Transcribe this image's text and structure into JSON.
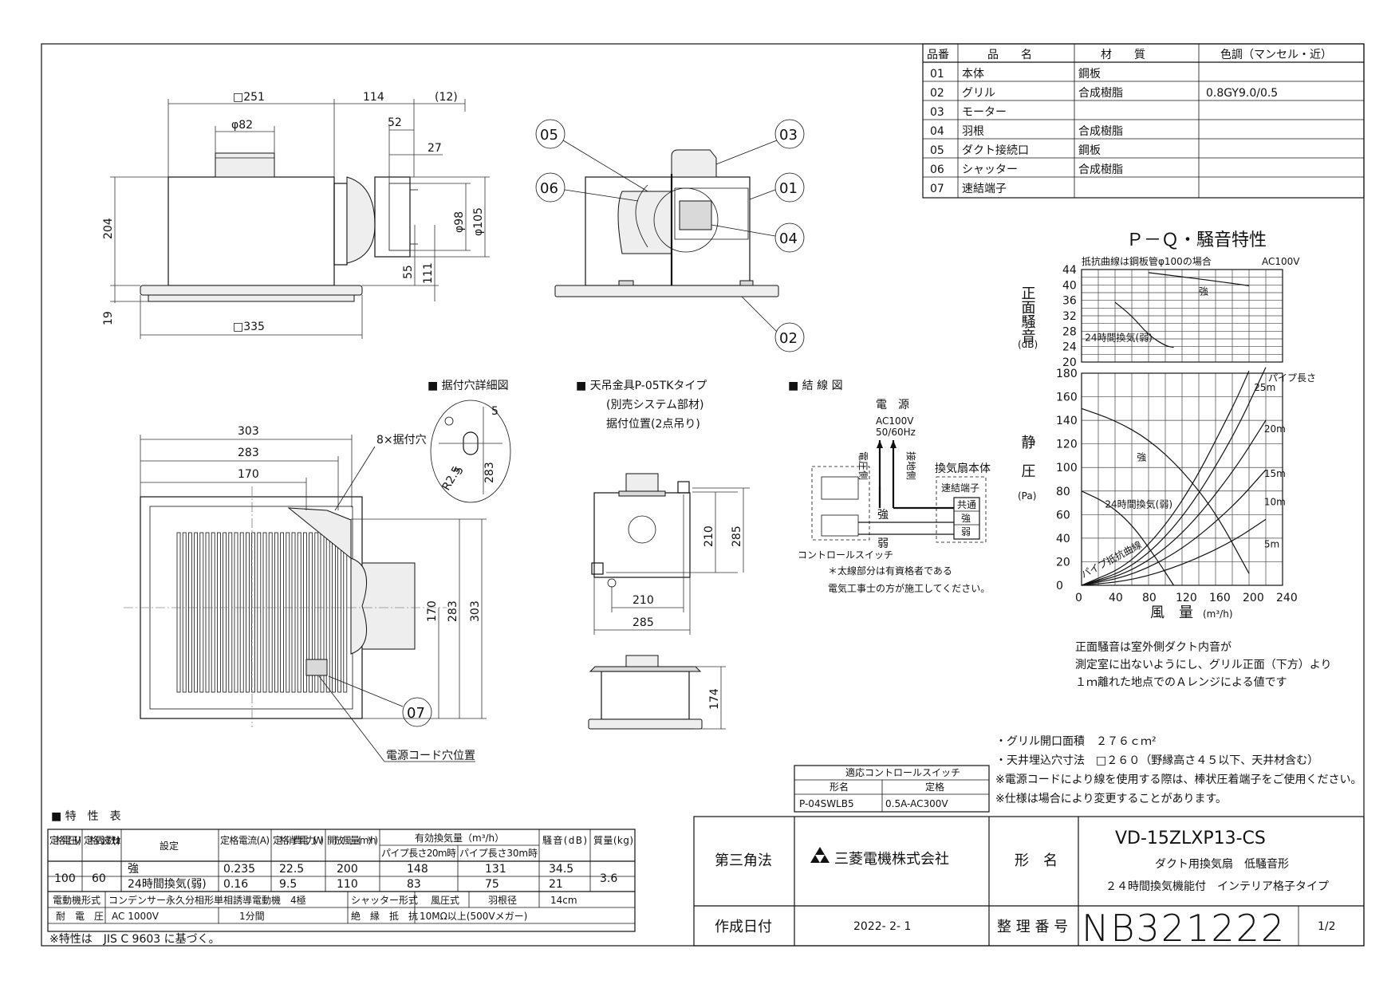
{
  "parts_table": {
    "headers": [
      "品番",
      "品　　名",
      "材　　質",
      "色調（マンセル・近）"
    ],
    "rows": [
      [
        "01",
        "本体",
        "鋼板",
        ""
      ],
      [
        "02",
        "グリル",
        "合成樹脂",
        "0.8GY9.0/0.5"
      ],
      [
        "03",
        "モーター",
        "",
        ""
      ],
      [
        "04",
        "羽根",
        "合成樹脂",
        ""
      ],
      [
        "05",
        "ダクト接続口",
        "鋼板",
        ""
      ],
      [
        "06",
        "シャッター",
        "合成樹脂",
        ""
      ],
      [
        "07",
        "速結端子",
        "",
        ""
      ]
    ]
  },
  "side_view": {
    "dims": {
      "width_top": "□251",
      "d114": "114",
      "d12": "(12)",
      "d52": "52",
      "d27": "27",
      "phi82": "φ82",
      "phi98": "φ98",
      "phi105": "φ105",
      "h204": "204",
      "h19": "19",
      "d55": "55",
      "d111": "111",
      "w335": "□335"
    }
  },
  "callouts": [
    "05",
    "06",
    "03",
    "01",
    "04",
    "02",
    "07"
  ],
  "section_titles": {
    "mount_hole": "■ 据付穴詳細図",
    "hanger": "■ 天吊金具P-05TKタイプ",
    "hanger_sub1": "(別売システム部材)",
    "hanger_sub2": "据付位置(2点吊り)",
    "wiring": "■ 結 線 図"
  },
  "plan_view": {
    "dims": {
      "d303": "303",
      "d283": "283",
      "d170": "170",
      "holes": "8×据付穴",
      "v170": "170",
      "v283": "283",
      "v303": "303"
    },
    "cord_label": "電源コード穴位置"
  },
  "hole_detail": {
    "d5a": "5",
    "d5b": "5",
    "d283": "283",
    "r25": "R2.5"
  },
  "hanger_view": {
    "d210v": "210",
    "d285v": "285",
    "d210h": "210",
    "d285h": "285",
    "d174": "174"
  },
  "wiring": {
    "power": "電　源",
    "spec1": "AC100V",
    "spec2": "50/60Hz",
    "power_side": "電圧側",
    "ground_side": "接地側",
    "unit": "換気扇本体",
    "terminal": "速結端子",
    "t_common": "共通",
    "t_strong": "強",
    "t_weak": "弱",
    "strong": "強",
    "weak": "弱",
    "switch": "コントロールスイッチ",
    "note1": "＊太線部分は有資格者である",
    "note2": "電気工事士の方が施工してください。"
  },
  "chart_data": {
    "type": "line",
    "title": "Ｐ－Ｑ・騒音特性",
    "noise_note": "抵抗曲線は鋼板管φ100の場合",
    "voltage": "AC100V",
    "noise_ylabel": "正面騒音",
    "noise_yunit": "(dB)",
    "noise_ylim": [
      20,
      44
    ],
    "noise_yticks": [
      "44",
      "40",
      "36",
      "32",
      "28",
      "24",
      "20"
    ],
    "pressure_ylabel": "静　圧",
    "pressure_yunit": "(Pa)",
    "pressure_ylim": [
      0,
      180
    ],
    "pressure_yticks": [
      "180",
      "160",
      "140",
      "120",
      "100",
      "80",
      "60",
      "40",
      "20",
      "0"
    ],
    "xlabel": "風　量",
    "xunit": "(m³/h)",
    "xlim": [
      0,
      240
    ],
    "xticks": [
      "0",
      "40",
      "80",
      "120",
      "160",
      "200",
      "240"
    ],
    "noise_series": [
      {
        "name": "強",
        "x": [
          80,
          120,
          160,
          200
        ],
        "y": [
          43.2,
          42.1,
          41.0,
          39.8
        ]
      },
      {
        "name": "24時間換気(弱)",
        "x": [
          40,
          60,
          80,
          100,
          110
        ],
        "y": [
          35.5,
          32.0,
          27.0,
          24.2,
          23.8
        ]
      }
    ],
    "pressure_series": [
      {
        "name": "強",
        "x": [
          0,
          40,
          80,
          120,
          160,
          200
        ],
        "y": [
          150,
          140,
          124,
          98,
          62,
          10
        ]
      },
      {
        "name": "24時間換気(弱)",
        "x": [
          0,
          30,
          60,
          90,
          110
        ],
        "y": [
          80,
          70,
          52,
          22,
          0
        ]
      }
    ],
    "resistance_curves": [
      {
        "name": "パイプ長さ 25m",
        "label": "25m",
        "x": [
          0,
          60,
          120,
          180,
          200
        ],
        "y": [
          0,
          18,
          68,
          150,
          182
        ]
      },
      {
        "name": "20m",
        "label": "20m",
        "x": [
          0,
          60,
          120,
          180,
          220
        ],
        "y": [
          0,
          14,
          55,
          124,
          185
        ]
      },
      {
        "name": "15m",
        "label": "15m",
        "x": [
          0,
          60,
          120,
          180,
          220
        ],
        "y": [
          0,
          11,
          42,
          95,
          140
        ]
      },
      {
        "name": "10m",
        "label": "10m",
        "x": [
          0,
          60,
          120,
          180,
          220
        ],
        "y": [
          0,
          8,
          30,
          66,
          98
        ]
      },
      {
        "name": "5m",
        "label": "5m",
        "x": [
          0,
          60,
          120,
          180,
          220
        ],
        "y": [
          0,
          4,
          17,
          37,
          56
        ]
      }
    ],
    "pipe_length_label": "パイプ長さ",
    "resistance_label": "パイプ抵抗曲線"
  },
  "measure_note": [
    "正面騒音は室外側ダクト内音が",
    "測定室に出ないようにし、グリル正面（下方）より",
    "１ｍ離れた地点でのＡレンジによる値です"
  ],
  "notes": [
    "・グリル開口面積　２７６ｃｍ²",
    "・天井埋込穴寸法　□２６０（野縁高さ４５以下、天井材含む）",
    "※電源コードにより線を使用する際は、棒状圧着端子をご使用ください。",
    "※仕様は場合により変更することがあります。"
  ],
  "switch_table": {
    "title": "適応コントロールスイッチ",
    "h1": "形名",
    "h2": "定格",
    "model": "P-04SWLB5",
    "rating": "0.5A-AC300V"
  },
  "spec_table": {
    "title": "■ 特　性　表",
    "headers": [
      "定格電圧(V)",
      "定格周波数(Hz)",
      "設定",
      "定格電流(A)",
      "定格消費電力(W)",
      "開放風量(m³/h)",
      "有効換気量（m³/h）",
      "パイプ長さ20m時",
      "パイプ長さ30m時",
      "騒音(dB)",
      "質量(kg)"
    ],
    "voltage": "100",
    "frequency": "60",
    "mass": "3.6",
    "rows": [
      {
        "setting": "強",
        "current": "0.235",
        "power": "22.5",
        "open": "200",
        "p20": "148",
        "p30": "131",
        "noise": "34.5"
      },
      {
        "setting": "24時間換気(弱)",
        "current": "0.16",
        "power": "9.5",
        "open": "110",
        "p20": "83",
        "p30": "75",
        "noise": "21"
      }
    ],
    "motor_label": "電動機形式",
    "motor": "コンデンサー永久分相形単相誘導電動機　4極",
    "shutter_label": "シャッター形式",
    "shutter": "風圧式",
    "blade_label": "羽根径",
    "blade": "14cm",
    "withstand_label": "耐　電　圧",
    "withstand": "AC 1000V",
    "withstand_time": "1分間",
    "insulation_label": "絶　縁　抵　抗",
    "insulation": "10MΩ以上(500Vメガー)",
    "footnote": "※特性は　JIS C 9603 に基づく。"
  },
  "title_block": {
    "projection": "第三角法",
    "company": "三菱電機株式会社",
    "model_label": "形　名",
    "model": "VD-15ZLXP13-CS",
    "desc1": "ダクト用換気扇　低騒音形",
    "desc2": "２４時間換気機能付　インテリア格子タイプ",
    "date_label": "作成日付",
    "date": "2022- 2- 1",
    "number_label": "整 理 番 号",
    "number": "NB321222",
    "page": "1/2"
  }
}
